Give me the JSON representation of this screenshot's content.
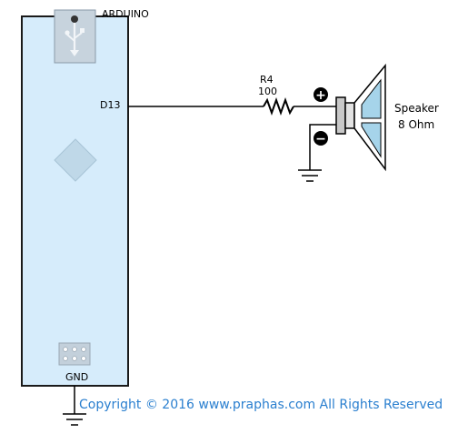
{
  "board": {
    "name": "ARDUINO",
    "pin_signal": "D13",
    "pin_ground": "GND",
    "fill_color": "#d6ecfb",
    "icon": "usb-icon"
  },
  "resistor": {
    "designator": "R4",
    "value": "100"
  },
  "speaker": {
    "name": "Speaker",
    "impedance": "8 Ohm",
    "positive_symbol": "+",
    "negative_symbol": "−",
    "cone_color": "#a6d4ea"
  },
  "copyright": {
    "text": "Copyright © 2016 www.praphas.com  All Rights Reserved",
    "color": "#2a7fcf"
  }
}
